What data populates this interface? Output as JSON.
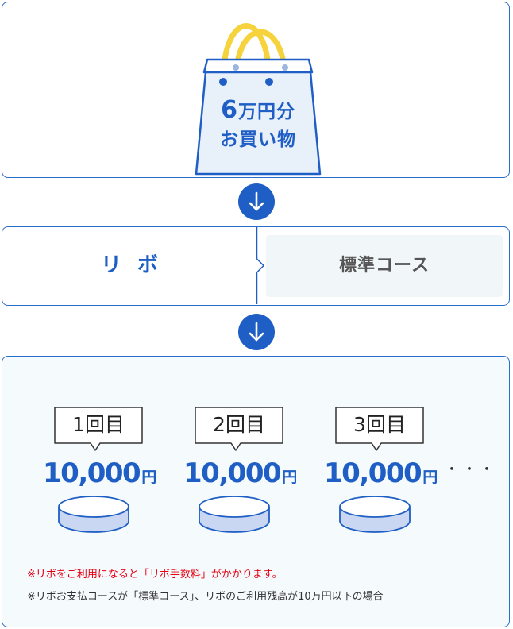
{
  "purchase": {
    "amount_number": "6",
    "amount_unit": "万円分",
    "label": "お買い物"
  },
  "payment": {
    "method": "リボ",
    "course": "標準コース"
  },
  "installments": [
    {
      "label": "1回目",
      "amount": "10,000",
      "unit": "円"
    },
    {
      "label": "2回目",
      "amount": "10,000",
      "unit": "円"
    },
    {
      "label": "3回目",
      "amount": "10,000",
      "unit": "円"
    }
  ],
  "continuation": "・・・",
  "notes": {
    "fee": "※リボをご利用になると「リボ手数料」がかかります。",
    "condition": "※リボお支払コースが「標準コース」、リボのご利用残高が10万円以下の場合"
  },
  "colors": {
    "accent_blue": "#1f5fc5",
    "bag_handle": "#f6d33c",
    "bag_body": "#e8f0fa",
    "coin_fill": "#c9d7f2",
    "note_red": "#e60012"
  },
  "icons": {
    "arrow": "arrow-down-icon",
    "bag": "shopping-bag-icon",
    "coin": "coin-icon"
  }
}
